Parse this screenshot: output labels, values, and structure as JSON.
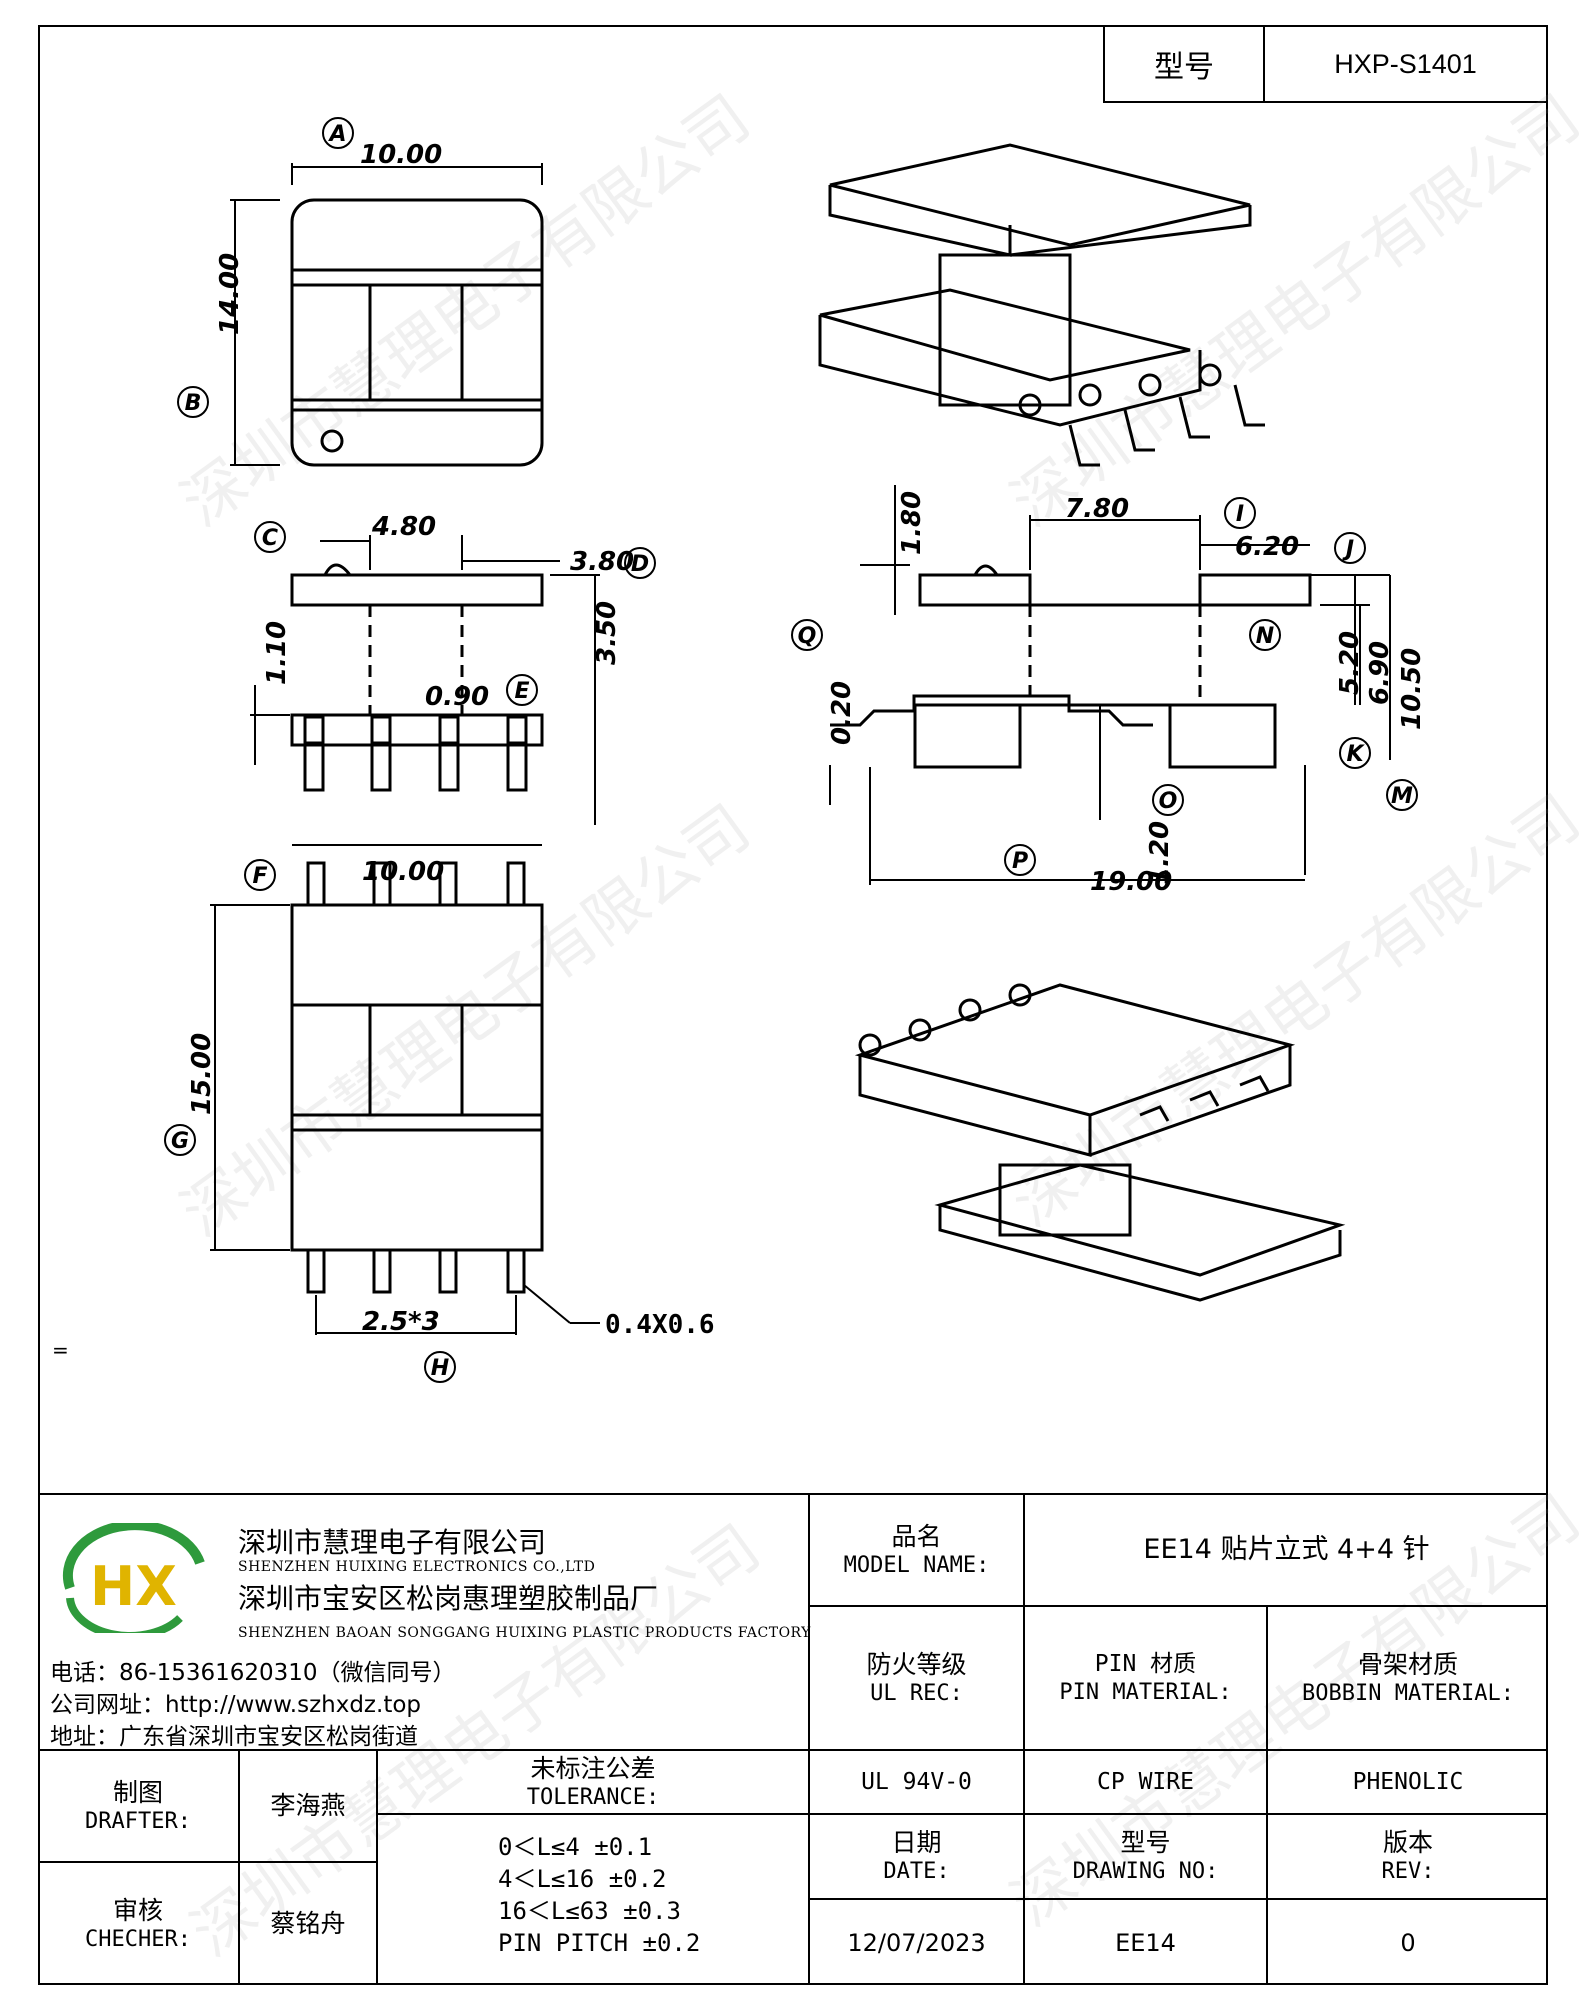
{
  "header": {
    "model_label": "型号",
    "model_value": "HXP-S1401"
  },
  "watermark_text": "深圳市慧理电子有限公司",
  "marker": "=",
  "dimensions": {
    "top_width": "10.00",
    "top_height": "14.00",
    "side_c": "4.80",
    "side_d": "3.80",
    "side_110": "1.10",
    "side_350": "3.50",
    "side_090": "0.90",
    "front_180": "1.80",
    "front_780": "7.80",
    "front_620": "6.20",
    "front_020": "0.20",
    "front_520": "5.20",
    "front_690": "6.90",
    "front_1050": "10.50",
    "front_120": "1.20",
    "front_1900": "19.00",
    "bottom_width": "10.00",
    "bottom_height": "15.00",
    "pitch": "2.5*3",
    "pin_size": "0.4X0.6"
  },
  "letters": [
    "A",
    "B",
    "C",
    "D",
    "E",
    "F",
    "G",
    "H",
    "I",
    "J",
    "K",
    "M",
    "N",
    "O",
    "P",
    "Q"
  ],
  "company": {
    "name1": "深圳市慧理电子有限公司",
    "name1_en": "SHENZHEN HUIXING ELECTRONICS CO.,LTD",
    "name2": "深圳市宝安区松岗惠理塑胶制品厂",
    "name2_en": "SHENZHEN BAOAN SONGGANG HUIXING PLASTIC PRODUCTS FACTORY",
    "phone": "电话：86-15361620310（微信同号）",
    "website": "公司网址：http://www.szhxdz.top",
    "address": "地址：广东省深圳市宝安区松岗街道",
    "logo_text": "HX"
  },
  "model_name": {
    "label_cn": "品名",
    "label_en": "MODEL NAME:",
    "value": "EE14 贴片立式 4+4 针"
  },
  "ul": {
    "label_cn": "防火等级",
    "label_en": "UL REC:",
    "value": "UL 94V-0"
  },
  "pin_material": {
    "label_cn": "PIN 材质",
    "label_en": "PIN MATERIAL:",
    "value": "CP WIRE"
  },
  "bobbin_material": {
    "label_cn": "骨架材质",
    "label_en": "BOBBIN MATERIAL:",
    "value": "PHENOLIC"
  },
  "drafter": {
    "label_cn": "制图",
    "label_en": "DRAFTER:",
    "value": "李海燕"
  },
  "checker": {
    "label_cn": "审核",
    "label_en": "CHECHER:",
    "value": "蔡铭舟"
  },
  "tolerance": {
    "label_cn": "未标注公差",
    "label_en": "TOLERANCE:",
    "lines": [
      "0＜L≤4   ±0.1",
      "4＜L≤16  ±0.2",
      "16＜L≤63  ±0.3",
      "PIN PITCH  ±0.2"
    ]
  },
  "date": {
    "label_cn": "日期",
    "label_en": "DATE:",
    "value": "12/07/2023"
  },
  "drawing_no": {
    "label_cn": "型号",
    "label_en": "DRAWING NO:",
    "value": "EE14"
  },
  "rev": {
    "label_cn": "版本",
    "label_en": "REV:",
    "value": "0"
  },
  "colors": {
    "logo_green": "#2e9a3c",
    "logo_yellow": "#e0b400"
  }
}
